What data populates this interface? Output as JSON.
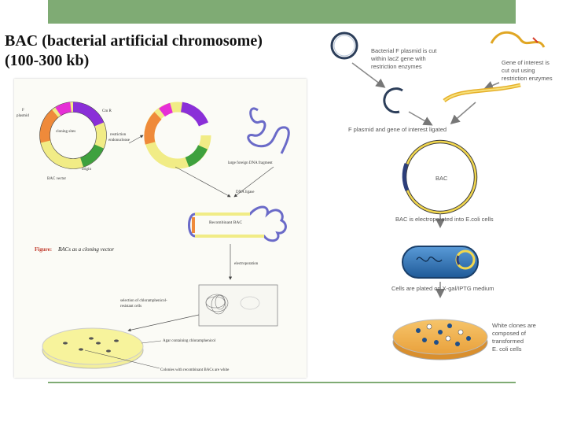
{
  "slide": {
    "title_line1": "BAC (bacterial artificial chromosome)",
    "title_line2": "(100-300 kb)"
  },
  "left_figure": {
    "f_plasmid": "F",
    "f_plasmid2": "plasmid",
    "cm_r": "Cm R",
    "cloning_sites": "cloning sites",
    "restriction": "restriction",
    "endonuclease": "endonuclease",
    "origin": "origin",
    "bac_vector": "BAC vector",
    "large_dna": "large foreign DNA fragment",
    "dna_ligase": "DNA ligase",
    "recombinant_bac": "Recombinant BAC",
    "figure_label": "Figure:",
    "figure_caption": "BACs as a cloning vector",
    "electroporation": "electroporation",
    "selection": "selection of chloramphenicol-",
    "resistant": "resistant cells",
    "agar": "Agar containing chloramphenicol",
    "colonies": "Colonies with recombinant BACs are white"
  },
  "right_figure": {
    "step1_l1": "Bacterial F plasmid is cut",
    "step1_l2": "within lacZ gene with",
    "step1_l3": "restriction enzymes",
    "step2_l1": "Gene of interest is",
    "step2_l2": "cut out using",
    "step2_l3": "restriction enzymes",
    "step3": "F plasmid and gene of interest ligated",
    "bac_label": "BAC",
    "step4": "BAC is electroporated into E.coli cells",
    "step5": "Cells are plated on X-gal/IPTG medium",
    "step6_l1": "White clones are",
    "step6_l2": "composed of",
    "step6_l3": "transformed",
    "step6_l4": "E. coli cells"
  },
  "colors": {
    "accent_green": "#7fab74",
    "plasmid_yellow": "#f4ee8a",
    "dish_orange": "#f2b04a",
    "cell_blue": "#2e6fb0"
  }
}
